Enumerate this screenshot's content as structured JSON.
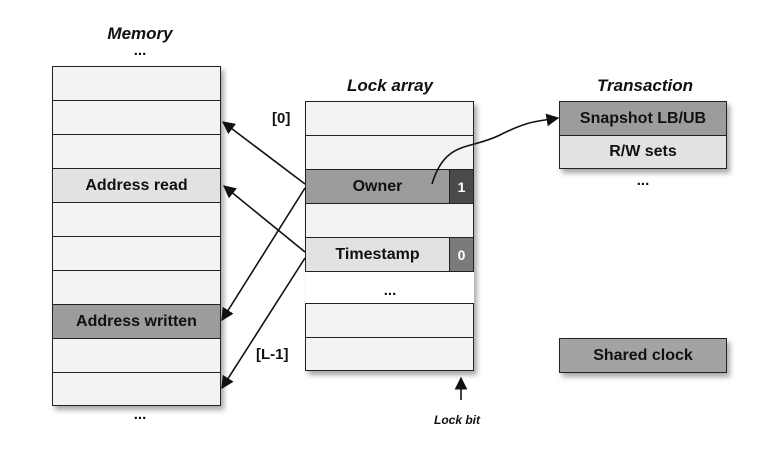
{
  "memory": {
    "title": "Memory",
    "top_ellipsis": "...",
    "bottom_ellipsis": "...",
    "cells": [
      "",
      "",
      "",
      "",
      "Address read",
      "",
      "",
      "",
      "Address written",
      "",
      ""
    ]
  },
  "lock_array": {
    "title": "Lock array",
    "index_first": "[0]",
    "index_last": "[L-1]",
    "ellipsis": "...",
    "owner_label": "Owner",
    "owner_bit": "1",
    "timestamp_label": "Timestamp",
    "timestamp_bit": "0",
    "lock_bit_label": "Lock bit"
  },
  "transaction": {
    "title": "Transaction",
    "snapshot_label": "Snapshot LB/UB",
    "rw_sets_label": "R/W sets",
    "ellipsis": "..."
  },
  "shared_clock": {
    "label": "Shared clock"
  },
  "colors": {
    "cell_fill": "#f3f3f3",
    "highlight_light": "#e2e2e2",
    "highlight_dark": "#9c9c9c",
    "bit_dark": "#4a4a4a"
  }
}
